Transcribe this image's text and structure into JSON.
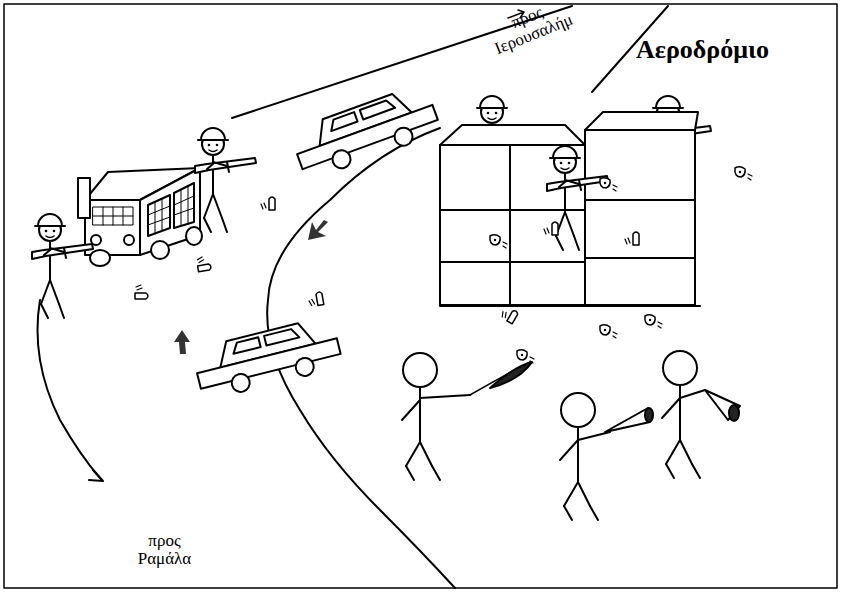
{
  "diagram": {
    "labels": [
      "προς Ιερουσαλήμ",
      "Αεροδρόμιο",
      "προς Ραμάλα"
    ]
  }
}
